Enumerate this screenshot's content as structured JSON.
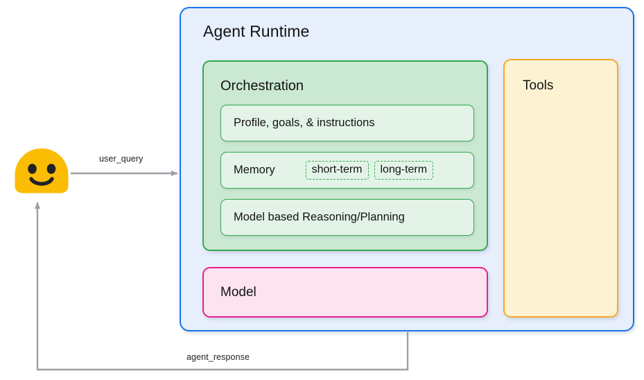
{
  "diagram": {
    "title": "Agent Runtime",
    "accent_colors": {
      "runtime_border": "#1a73e8",
      "runtime_fill": "#e7eefc",
      "orchestration_border": "#34a853",
      "orchestration_fill": "#cbe8d2",
      "orchestration_row_fill": "#e3f3e7",
      "model_border": "#e91e8c",
      "model_fill": "#fce3ef",
      "tools_border": "#f9a825",
      "tools_fill": "#fdf3d3",
      "avatar_yellow": "#fbbc04",
      "connector_gray": "#9aa0a6"
    }
  },
  "runtime": {
    "title": "Agent Runtime"
  },
  "orchestration": {
    "title": "Orchestration",
    "rows": [
      {
        "label": "Profile, goals, & instructions"
      },
      {
        "label": "Memory",
        "tags": [
          "short-term",
          "long-term"
        ]
      },
      {
        "label": "Model based Reasoning/Planning"
      }
    ]
  },
  "model": {
    "label": "Model"
  },
  "tools": {
    "title": "Tools"
  },
  "user": {
    "avatar_name": "user-blob-avatar"
  },
  "edges": [
    {
      "label": "user_query",
      "direction": "user-to-runtime"
    },
    {
      "label": "agent_response",
      "direction": "runtime-to-user"
    }
  ]
}
